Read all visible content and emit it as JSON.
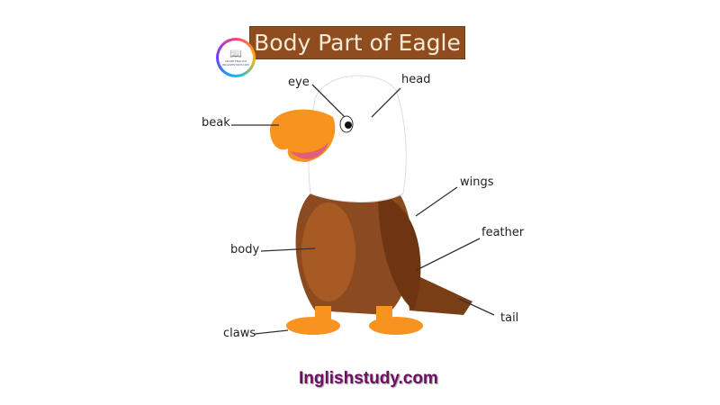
{
  "title": "Body Part of Eagle",
  "logo": {
    "text_line1": "LEARN ENGLISH",
    "text_line2": "INGLISHSTUDY.COM"
  },
  "labels": {
    "eye": "eye",
    "head": "head",
    "beak": "beak",
    "wings": "wings",
    "feather": "feather",
    "body": "body",
    "tail": "tail",
    "claws": "claws"
  },
  "footer": "Inglishstudy.com",
  "colors": {
    "title_bg": "#8f4c1e",
    "footer": "#6d0f62",
    "body_brown": "#8b4a1f",
    "beak_orange": "#f7931e"
  }
}
